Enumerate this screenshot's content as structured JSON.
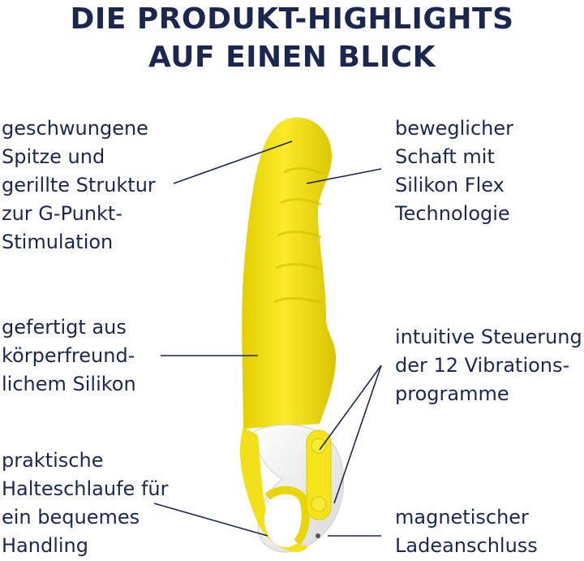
{
  "header": {
    "line1": "DIE PRODUKT-HIGHLIGHTS",
    "line2": "AUF EINEN BLICK"
  },
  "highlights": {
    "tip": [
      "geschwungene",
      "Spitze und",
      "gerillte Struktur",
      "zur G-Punkt-",
      "Stimulation"
    ],
    "shaft": [
      "beweglicher",
      "Schaft mit",
      "Silikon Flex",
      "Technologie"
    ],
    "material": [
      "gefertigt aus",
      "körperfreund-",
      "lichem Silikon"
    ],
    "controls": [
      "intuitive Steuerung",
      "der 12 Vibrations-",
      "programme"
    ],
    "handle": [
      "praktische",
      "Halteschlaufe für",
      "ein bequemes",
      "Handling"
    ],
    "charging": [
      "magnetischer",
      "Ladeanschluss"
    ]
  },
  "colors": {
    "text": "#1c2750",
    "product_yellow": "#f2e018",
    "product_white": "#f2f2f2"
  }
}
